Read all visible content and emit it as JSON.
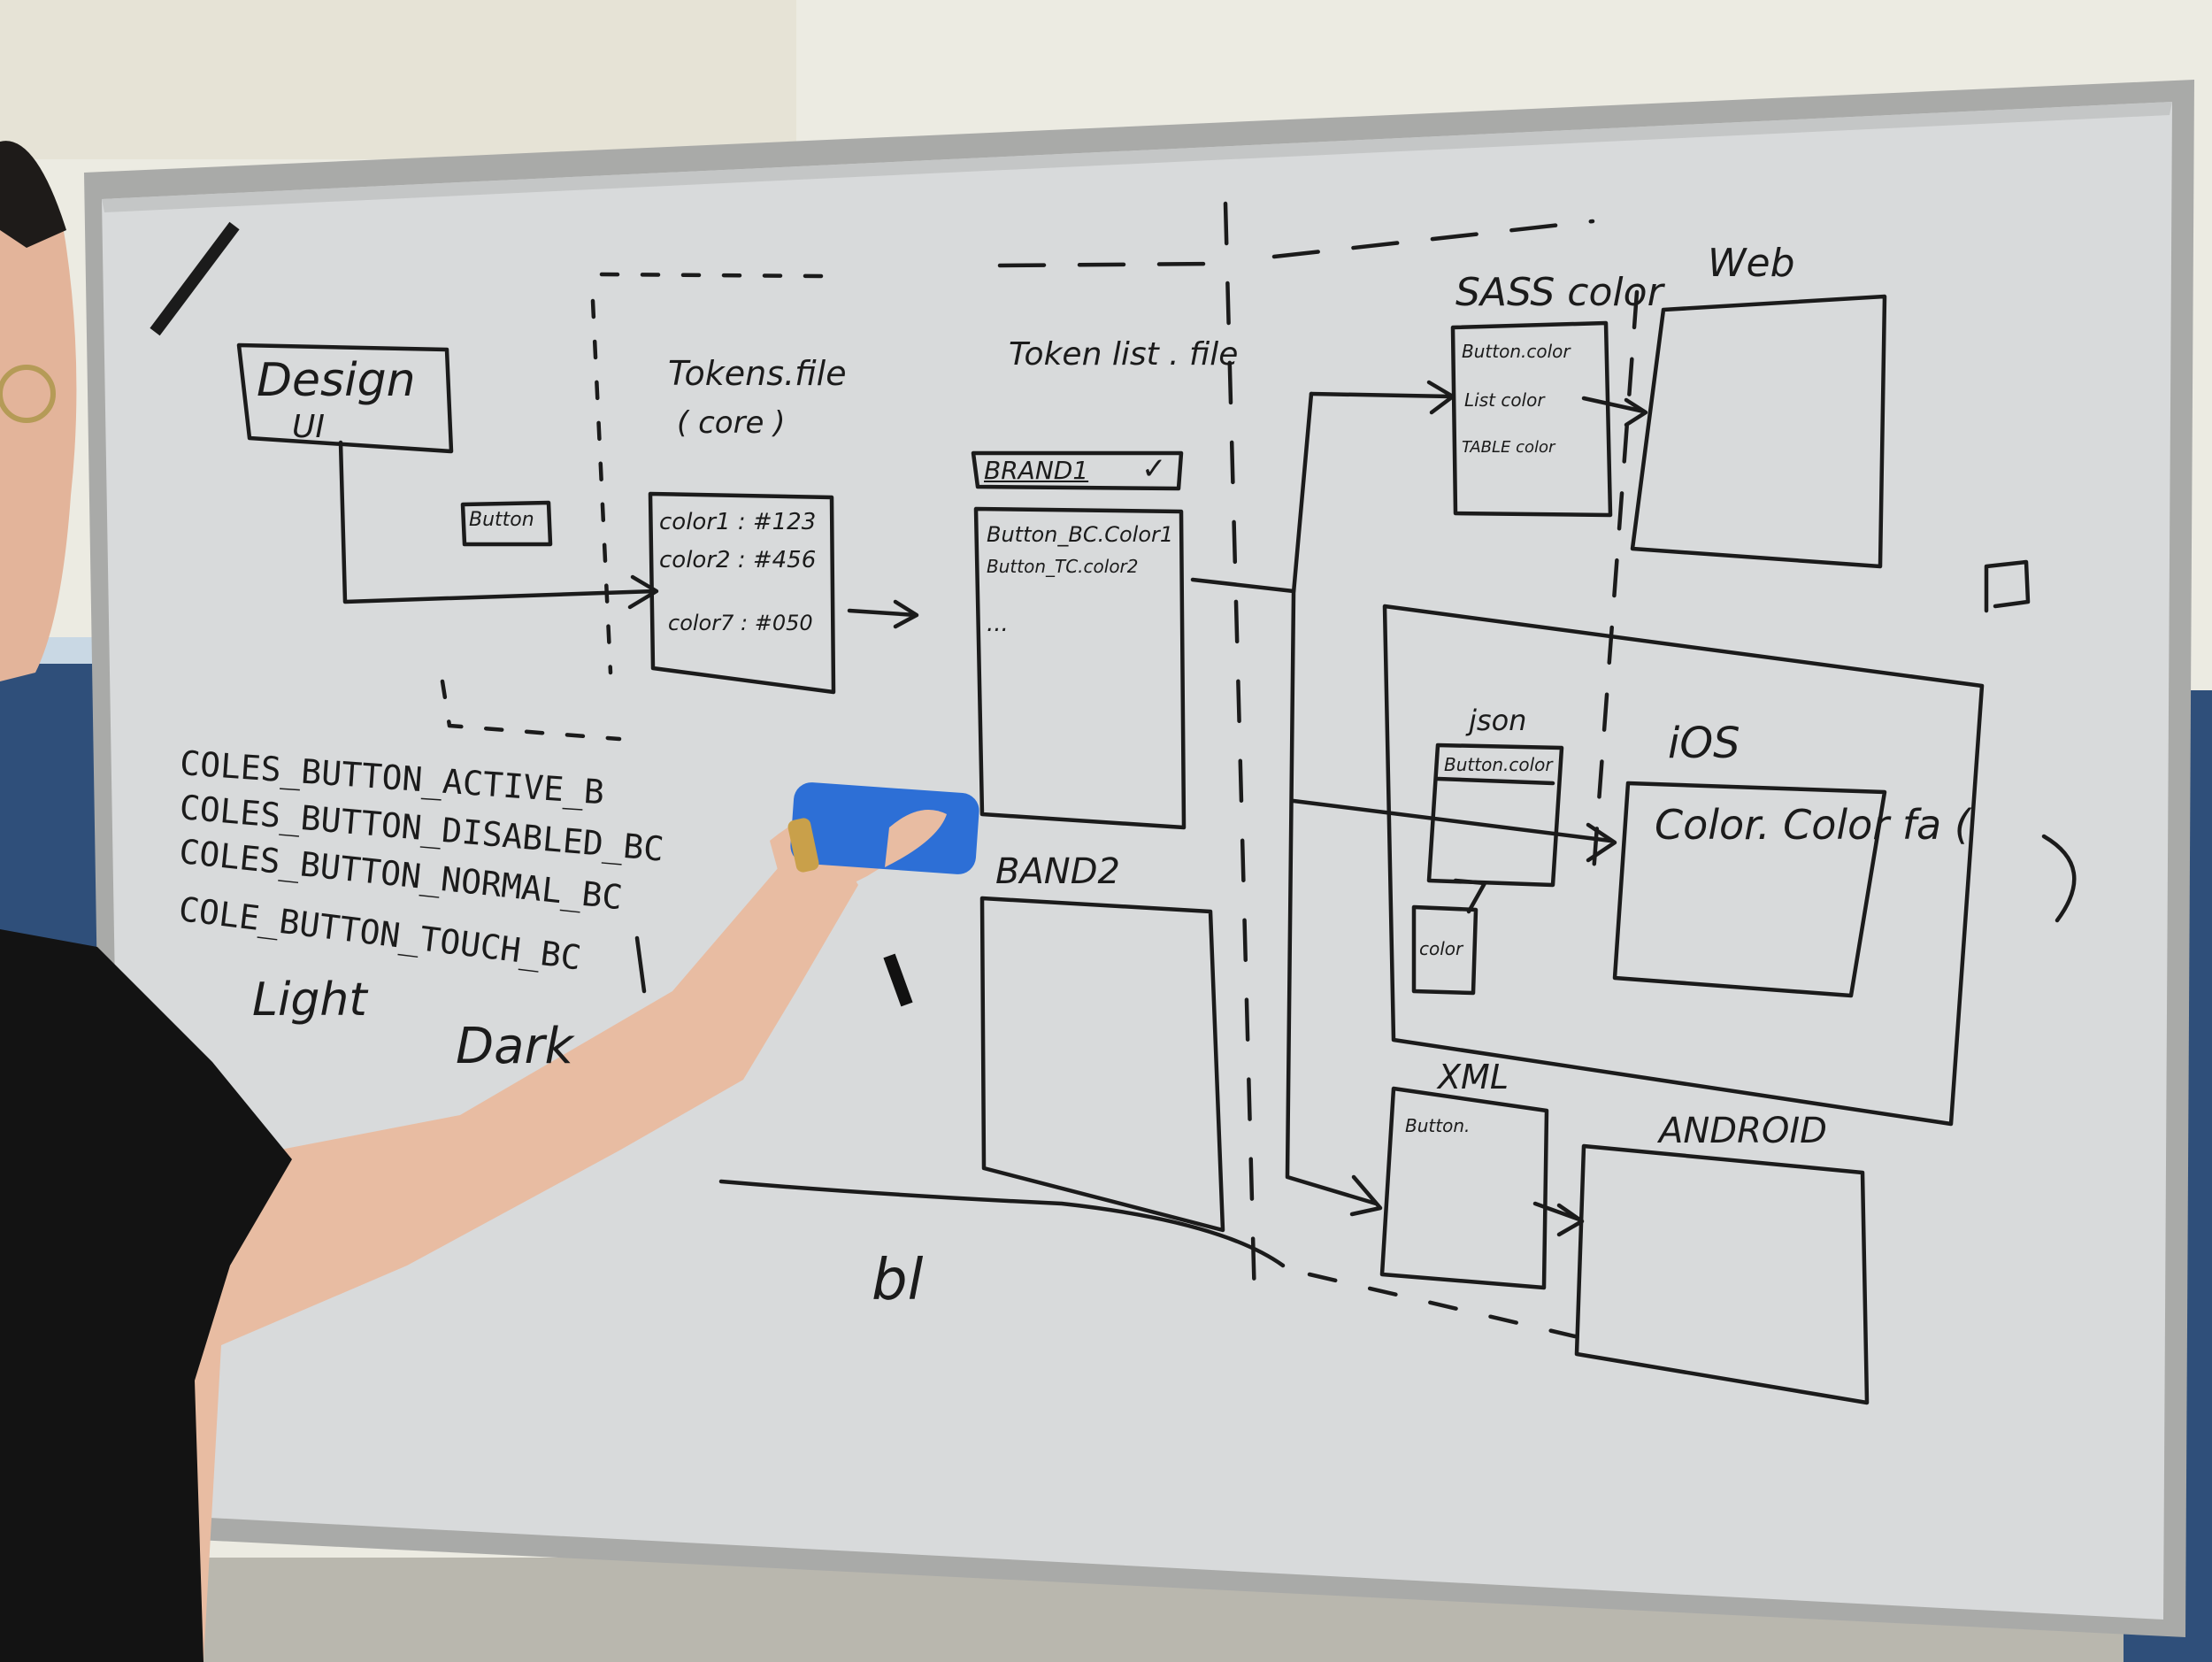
{
  "scene": {
    "subject": "whiteboard-diagram",
    "colors": {
      "wall": "#ecebe2",
      "board": "#d6d8d9",
      "frame": "#a9aaa8",
      "marker": "#1b1b1b",
      "eraser": "#2d6fd6",
      "shirt": "#131313",
      "skin": "#e8bca2"
    }
  },
  "whiteboard": {
    "design_box": {
      "line1": "Design",
      "line2": "UI"
    },
    "button_tag": "Button",
    "tokens_file": {
      "title": "Tokens.file",
      "subtitle": "( core )"
    },
    "core_tokens": [
      "color1 : #123",
      "color2 : #456",
      "color7 : #050"
    ],
    "token_list_file": {
      "title": "Token list . file"
    },
    "brand1": {
      "label": "BRAND1",
      "check": "✓",
      "items": [
        "Button_BC.Color1",
        "Button_TC.color2",
        "..."
      ]
    },
    "brand2": {
      "label": "BAND2"
    },
    "sass": {
      "title": "SASS color",
      "items": [
        "Button.color",
        "List color",
        "TABLE color"
      ]
    },
    "web": {
      "label": "Web"
    },
    "json": {
      "title": "json",
      "item": "Button.color",
      "sub": "color"
    },
    "ios": {
      "label": "iOS",
      "code": "Color. Color fa ("
    },
    "xml": {
      "title": "XML",
      "item": "Button."
    },
    "android": {
      "label": "ANDROID"
    },
    "token_names": [
      "COLES_BUTTON_ACTIVE_B",
      "COLES_BUTTON_DISABLED_BC",
      "COLES_BUTTON_NORMAL_BC",
      "COLE_BUTTON_TOUCH_BC"
    ],
    "modes": {
      "light": "Light",
      "dark": "Dark"
    },
    "footer": "bl"
  }
}
